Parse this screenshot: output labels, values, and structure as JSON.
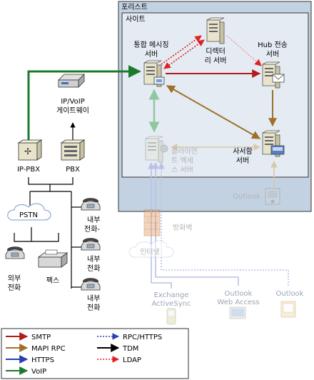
{
  "containers": {
    "forest_label": "포리스트",
    "site_label": "사이트"
  },
  "servers": {
    "um": [
      "통합 메시징",
      "서버"
    ],
    "dc": [
      "디렉터",
      "리 서버"
    ],
    "hub": [
      "Hub 전송",
      "서버"
    ],
    "cas": [
      "클라이언",
      "트 액세",
      "스 서버"
    ],
    "mailbox": [
      "사서함",
      "서버"
    ]
  },
  "telephony": {
    "gateway": [
      "IP/VoIP",
      "게이트웨이"
    ],
    "ippbx": "IP-PBX",
    "pbx": "PBX",
    "pstn": "PSTN",
    "external_phone": [
      "외부",
      "전화"
    ],
    "fax": "팩스",
    "internal_phone_1": [
      "내부",
      "전화-"
    ],
    "internal_phone_2": [
      "내부",
      "전화"
    ],
    "internal_phone_3": [
      "내부",
      "전화"
    ]
  },
  "network": {
    "firewall": "방화벽",
    "internet": "인터넷"
  },
  "clients": {
    "outlook_inside": "Outlook",
    "activesync": [
      "Exchange",
      "ActiveSync"
    ],
    "owa": [
      "Outlook",
      "Web Access"
    ],
    "outlook_outside": "Outlook"
  },
  "legend": {
    "items": [
      {
        "label": "SMTP",
        "color": "#b31b1b",
        "style": "solid"
      },
      {
        "label": "MAPI RPC",
        "color": "#a0702a",
        "style": "solid"
      },
      {
        "label": "HTTPS",
        "color": "#2a3fb0",
        "style": "solid"
      },
      {
        "label": "VoIP",
        "color": "#1c7a2c",
        "style": "solid"
      },
      {
        "label": "RPC/HTTPS",
        "color": "#2a3fb0",
        "style": "dotted"
      },
      {
        "label": "TDM",
        "color": "#000000",
        "style": "solid"
      },
      {
        "label": "LDAP",
        "color": "#e02020",
        "style": "dotted"
      }
    ]
  },
  "colors": {
    "forest_fill": "#c3d2e2",
    "site_fill": "#e4ebf3",
    "smtp": "#b31b1b",
    "mapi": "#a0702a",
    "https": "#2a3fb0",
    "voip": "#1c7a2c",
    "https_dim": "#b9c2e6",
    "mapi_dim": "#d9c7a8",
    "site_arrow": "#8fc7a0"
  }
}
